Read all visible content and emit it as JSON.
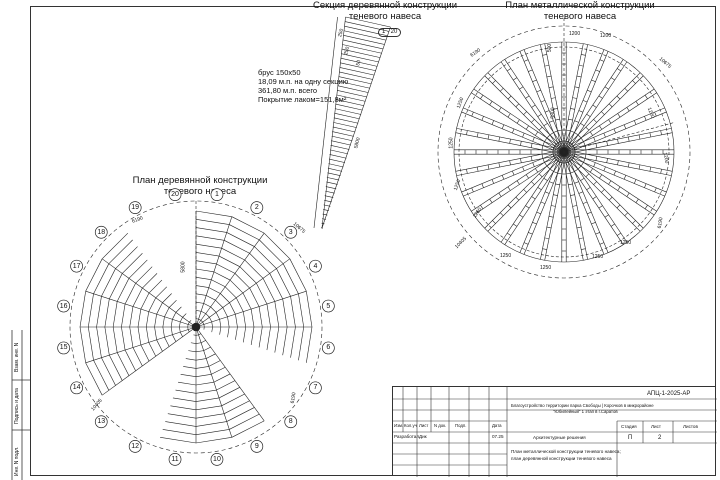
{
  "section_title": {
    "line1": "Секция деревянной конструкции",
    "line2": "теневого навеса"
  },
  "section_tag": "1 - 20",
  "section_note": {
    "line1": "брус 150x50",
    "line2": "18,09 м.п. на одну секцию",
    "line3": "361,80 м.п. всего",
    "line4": "Покрытие лаком=151,8м²"
  },
  "section_dims": [
    "250",
    "250",
    "5800",
    "50"
  ],
  "metal_title": {
    "line1": "План металлической конструкции",
    "line2": "теневого навеса"
  },
  "metal_dims": {
    "top": "1200",
    "radius": "5800",
    "d1": "6190",
    "d2": "10675",
    "d3": "10405",
    "d4": "6190",
    "spans": [
      "1250",
      "1250",
      "1250",
      "1250",
      "1250",
      "1250",
      "1250",
      "1250",
      "1200",
      "1200",
      "1200",
      "500"
    ]
  },
  "wood_title": {
    "line1": "План деревянной конструкции",
    "line2": "теневого навеса"
  },
  "wood_dims": {
    "d1": "6190",
    "d2": "10675",
    "d3": "10405",
    "d4": "6190",
    "radius": "5800"
  },
  "sections": [
    "1",
    "2",
    "3",
    "4",
    "5",
    "6",
    "7",
    "8",
    "9",
    "10",
    "11",
    "12",
    "13",
    "14",
    "15",
    "16",
    "17",
    "18",
    "19",
    "20"
  ],
  "side_labels": [
    "Взам. инв. N",
    "Подпись и дата",
    "Инв. N подл."
  ],
  "stamp": {
    "code": "АПЦ-1-2025-АР",
    "project": "Благоустройство территории парка Свободы | Корочков в микрорайоне",
    "project2": "\"Юбилейный\" 1 этап в г.Саратов",
    "headers": [
      "Изм.",
      "Кол.уч",
      "Лист",
      "N док.",
      "Подп.",
      "Дата"
    ],
    "role": "Разработал",
    "person": "Дик",
    "date": "07.25",
    "section": "Архитектурные решения",
    "stage_h": "Стадия",
    "sheet_h": "Лист",
    "sheets_h": "Листов",
    "stage": "П",
    "sheet": "2",
    "sheets": "",
    "desc1": "План металлической конструкции теневого навеса;",
    "desc2": "план деревянной конструкции теневого навеса"
  }
}
